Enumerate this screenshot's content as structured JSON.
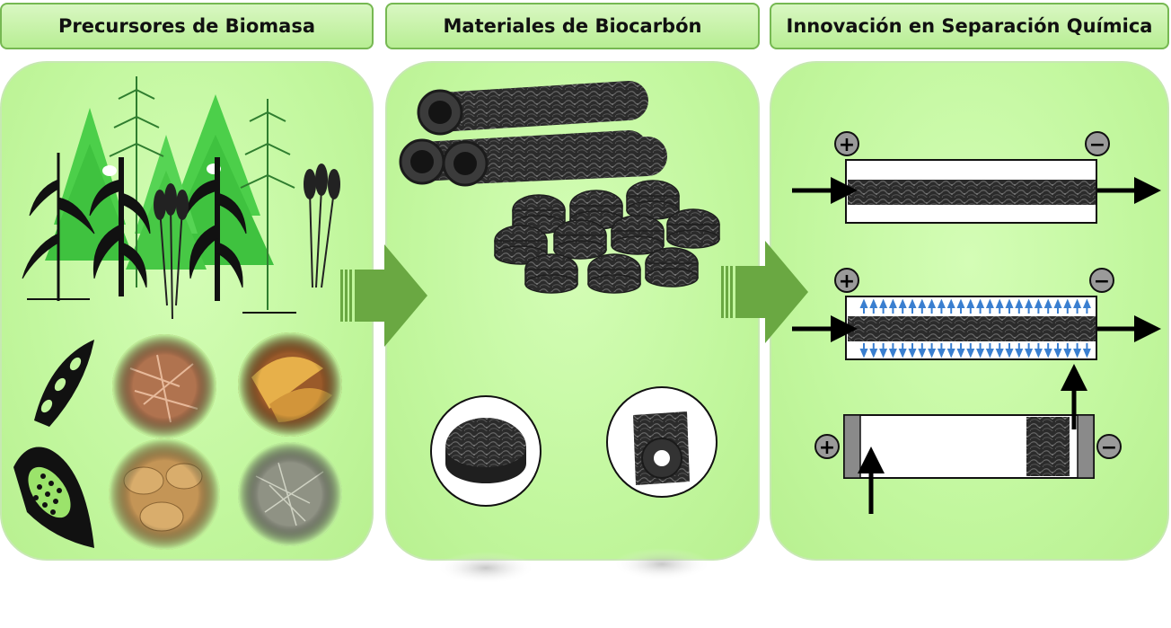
{
  "headers": {
    "biomass": "Precursores de Biomasa",
    "biochar": "Materiales de Biocarbón",
    "innovation": "Innovación en Separación Química"
  },
  "electrode_signs": {
    "positive": "+",
    "negative": "−"
  },
  "colors": {
    "header_border": "#76b852",
    "panel_fill": "#c2f79e",
    "arrow_green": "#6aa842",
    "carbon": "#2f2f2f",
    "flow_arrow_blue": "#3a7fd0"
  }
}
